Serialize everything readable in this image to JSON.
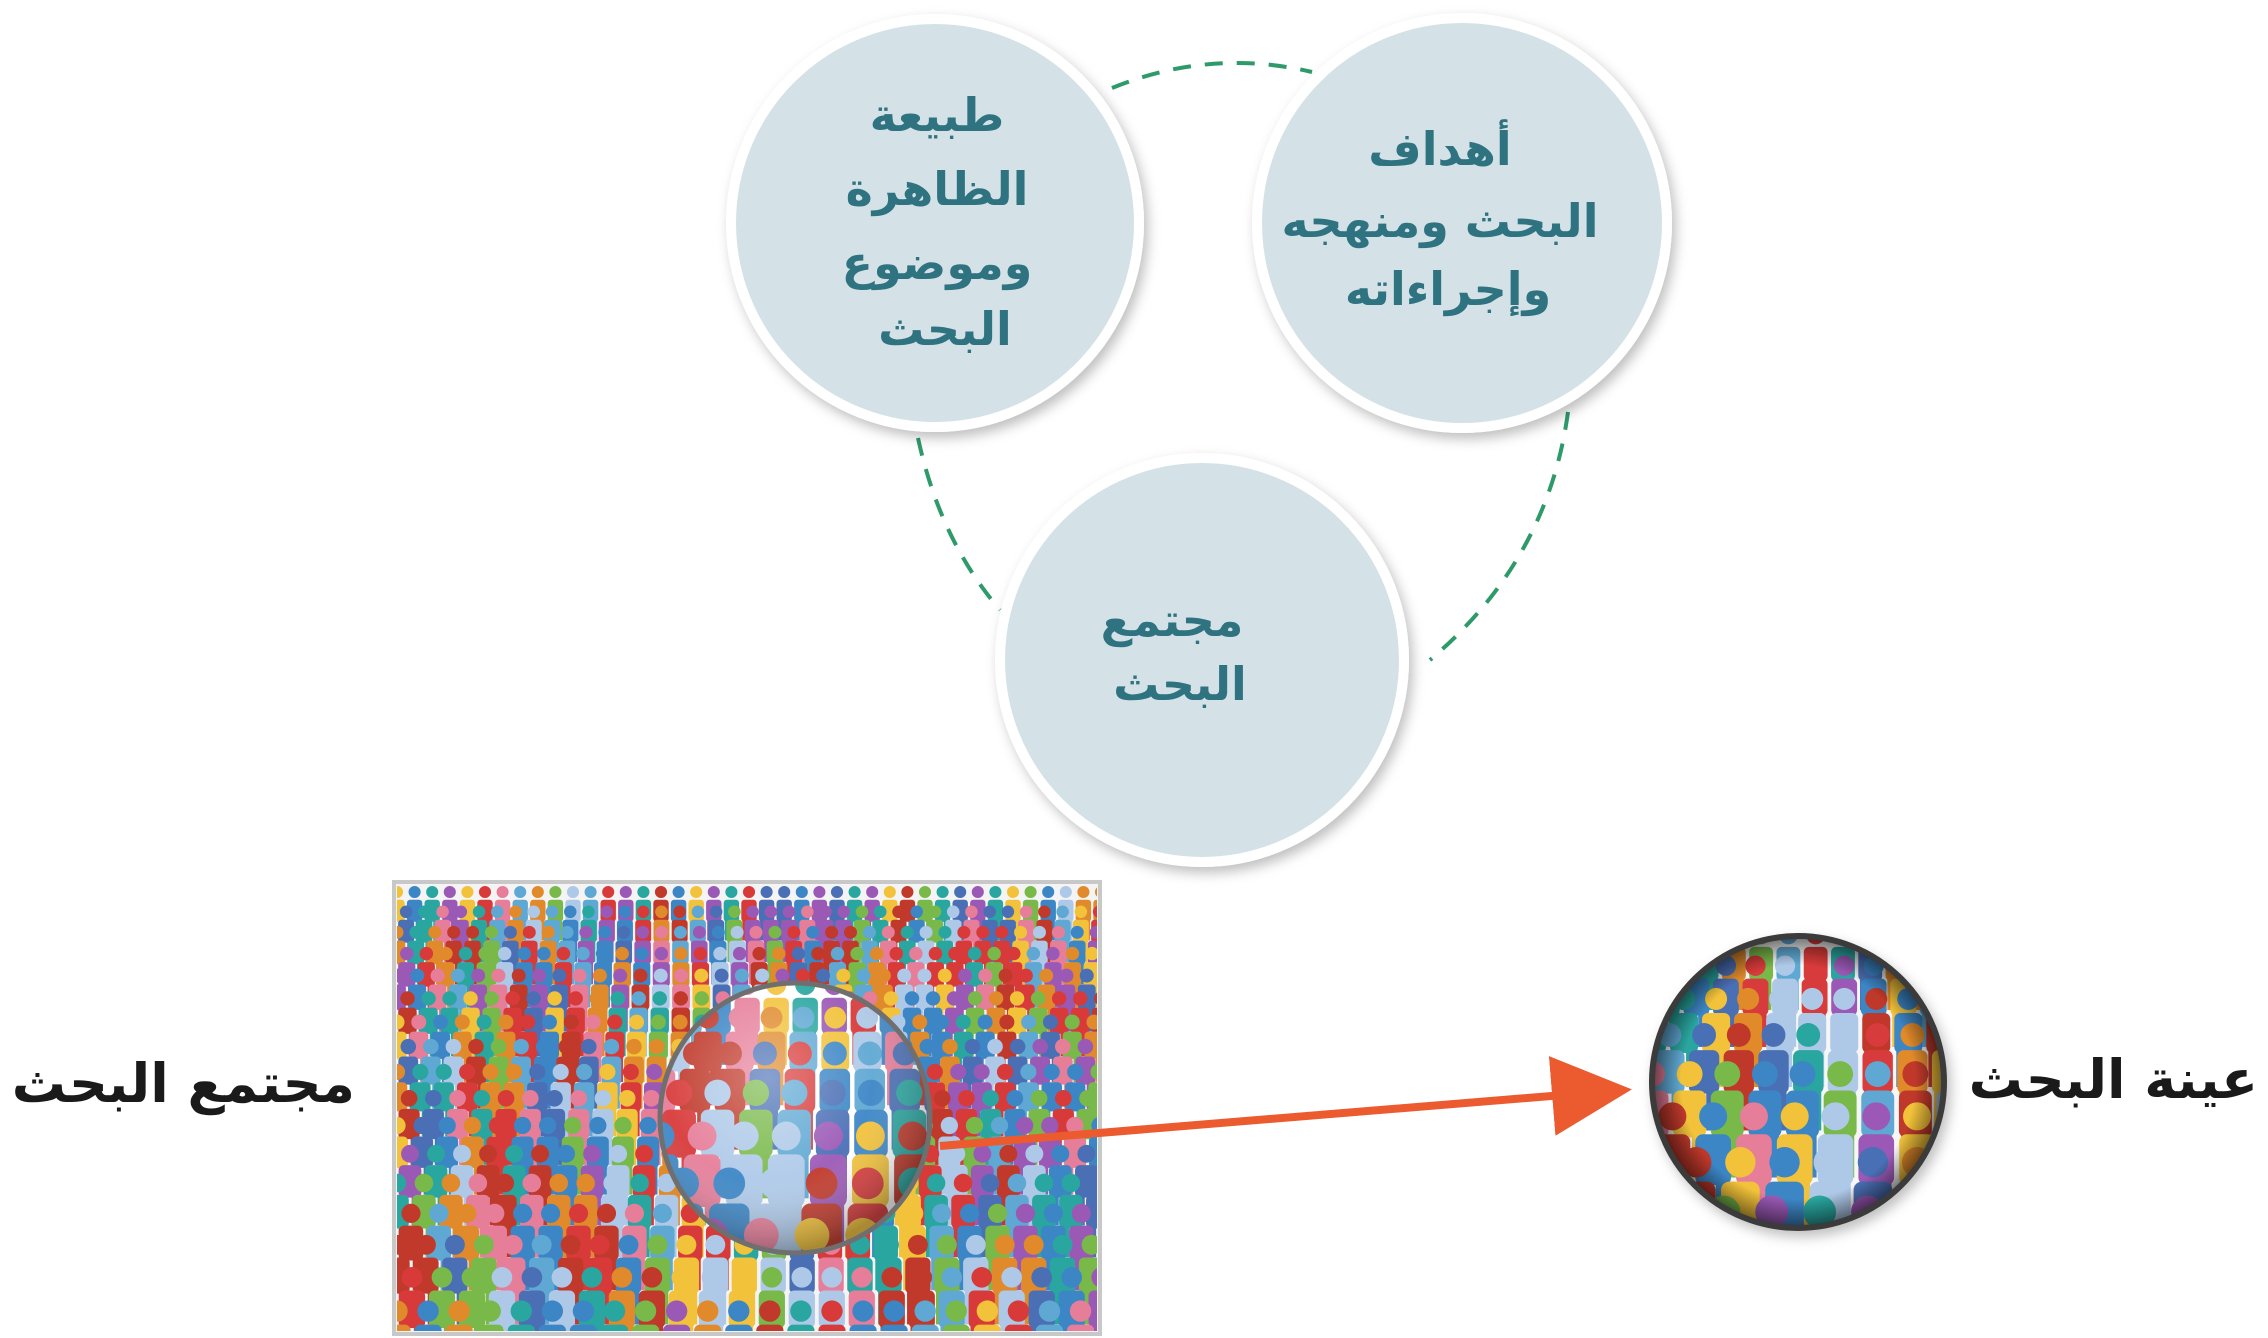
{
  "diagram": {
    "circles": {
      "top_left": {
        "lines": [
          "طبيعة",
          "الظاهرة",
          "وموضوع",
          "البحث"
        ]
      },
      "top_right": {
        "lines": [
          "أهداف",
          "البحث ومنهجه",
          "وإجراءاته"
        ]
      },
      "bottom": {
        "lines": [
          "مجتمع",
          "البحث"
        ]
      }
    },
    "labels": {
      "population": "مجتمع البحث",
      "sample": "عينة البحث"
    }
  },
  "colors": {
    "circle_fill": "#d4e2e8",
    "circle_text": "#2f7380",
    "connector": "#2e9a6a",
    "arrow": "#ec5a2f"
  }
}
